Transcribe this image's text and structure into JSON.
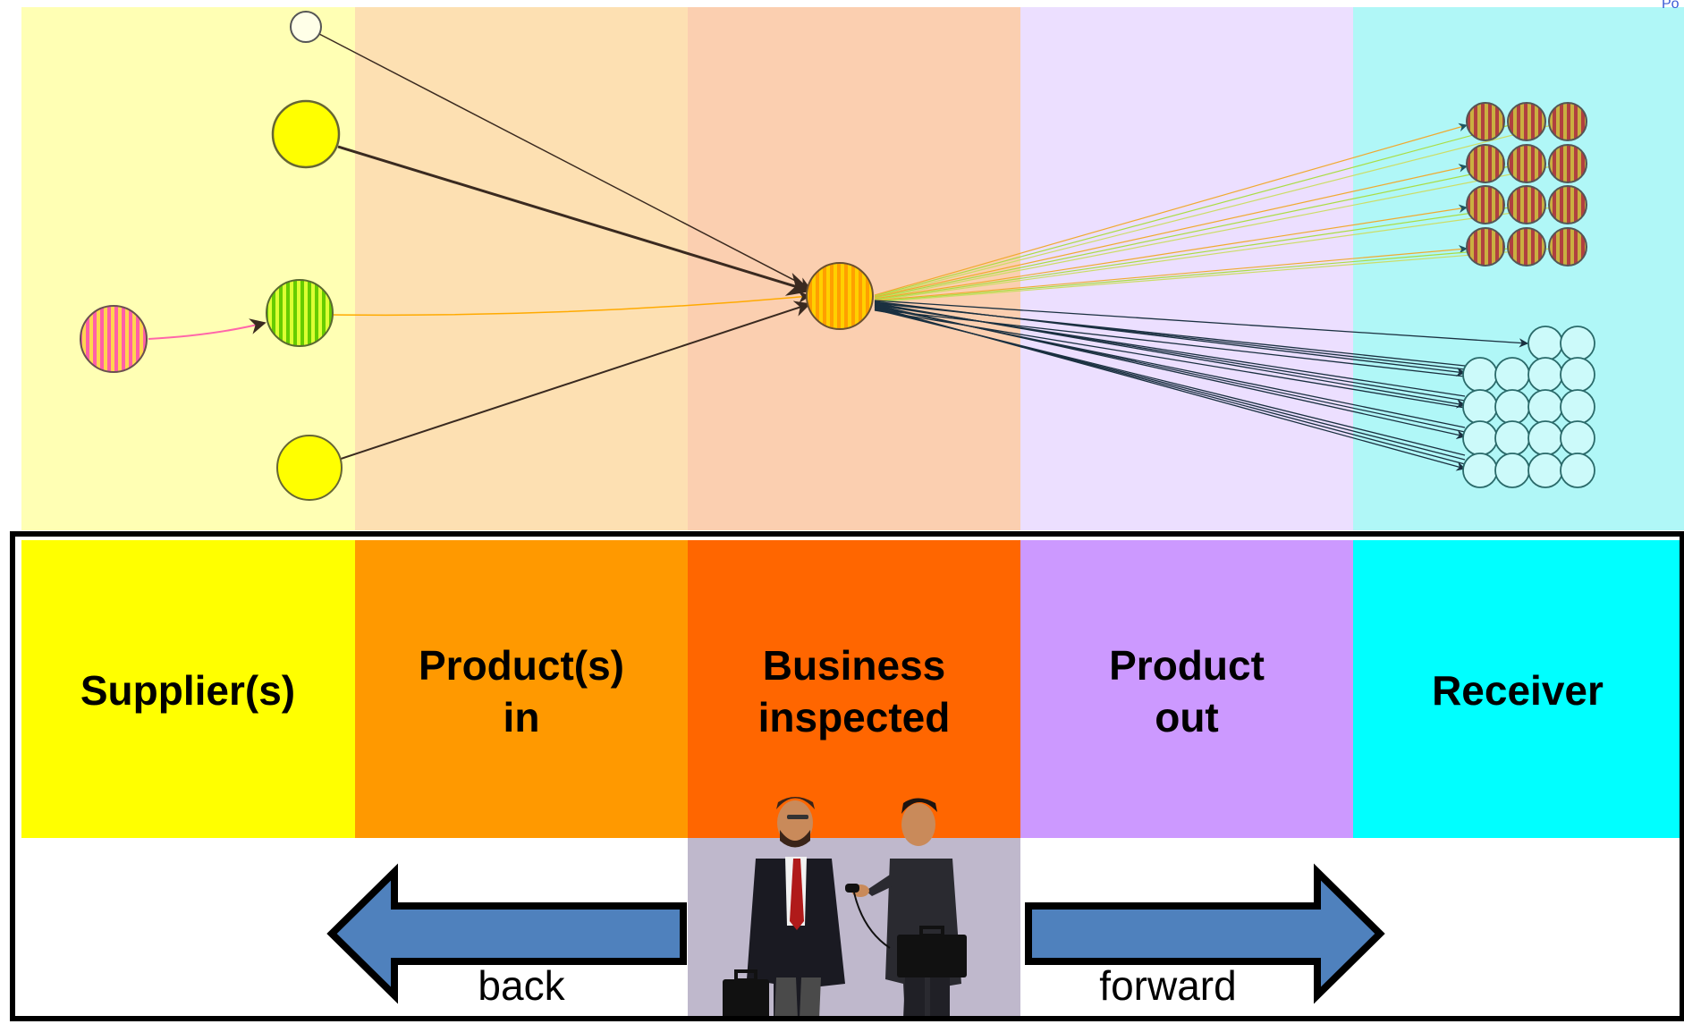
{
  "corner_text": "Po",
  "stages": [
    {
      "id": "supplier",
      "lines": [
        "Supplier(s)"
      ],
      "color": "#ffff00",
      "tint": "#ffffb4"
    },
    {
      "id": "product-in",
      "lines": [
        "Product(s)",
        "in"
      ],
      "color": "#ff9900",
      "tint": "#fde0b2"
    },
    {
      "id": "business",
      "lines": [
        "Business",
        "inspected"
      ],
      "color": "#ff6600",
      "tint": "#fbcfb0"
    },
    {
      "id": "product-out",
      "lines": [
        "Product",
        "out"
      ],
      "color": "#cc99ff",
      "tint": "#ecdfff"
    },
    {
      "id": "receiver",
      "lines": [
        "Receiver"
      ],
      "color": "#00ffff",
      "tint": "#b0f7f7"
    }
  ],
  "arrows": {
    "back_label": "back",
    "forward_label": "forward",
    "fill": "#4f81bd"
  },
  "illustration": {
    "name": "two businessmen interview clipart",
    "background": "#bfb8cc"
  },
  "network": {
    "colors": {
      "yellow": "#ffff00",
      "orange": "#ffb300",
      "green": "#88e000",
      "pink": "#ff66cc",
      "striped_brown": "#a85a3a",
      "light_cyan": "#ccfafa",
      "edge_dark": "#3a2a20",
      "edge_orange": "#ffaa00",
      "edge_green": "#aadd44",
      "edge_pink": "#ff66aa",
      "edge_navy": "#1a3040"
    }
  }
}
